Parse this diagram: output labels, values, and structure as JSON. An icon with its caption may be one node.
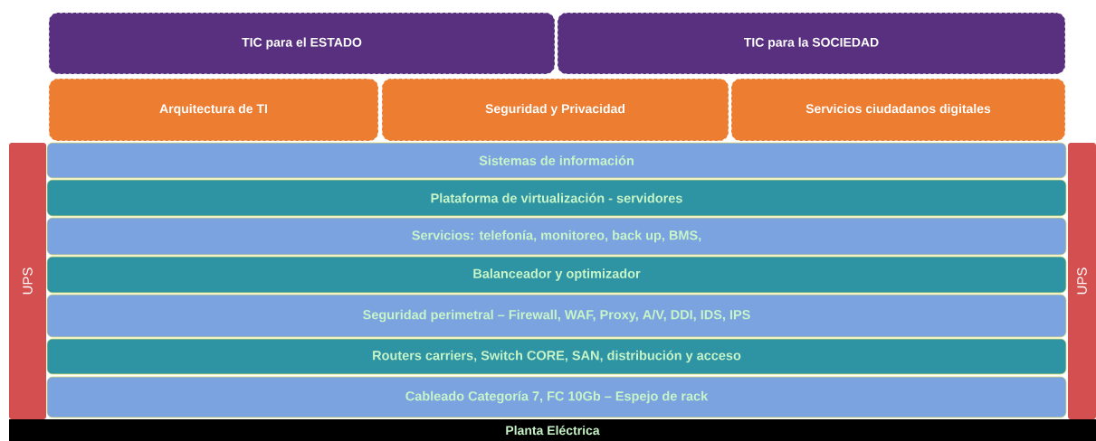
{
  "diagram": {
    "nodes": [
      {
        "text": [
          "TIC para el ESTADO"
        ]
      },
      {
        "text": [
          "TIC para la SOCIEDAD"
        ]
      },
      {
        "text": [
          "Arquitectura de TI"
        ]
      },
      {
        "text": [
          "Seguridad y Privacidad"
        ]
      },
      {
        "text": [
          "Servicios ciudadanos digitales"
        ]
      },
      {
        "text": [
          "Sistemas de información"
        ]
      },
      {
        "text": [
          "Plataforma de virtualización - servidores"
        ]
      },
      {
        "text": [
          "Servicios: telefonía, monitoreo, back up, BMS,"
        ]
      },
      {
        "text": [
          "Balanceador y optimizador"
        ]
      },
      {
        "text": [
          "Seguridad perimetral – Firewall, WAF, Proxy, A/V, DDI, IDS, IPS"
        ]
      },
      {
        "text": [
          "Routers carriers, Switch CORE, SAN, distribución y acceso"
        ]
      },
      {
        "text": [
          "Cableado Categoría 7, FC 10Gb – Espejo de rack"
        ]
      },
      {
        "text": [
          "UPS"
        ]
      },
      {
        "text": [
          "UPS"
        ]
      },
      {
        "text": [
          "Planta Eléctrica"
        ]
      }
    ]
  }
}
